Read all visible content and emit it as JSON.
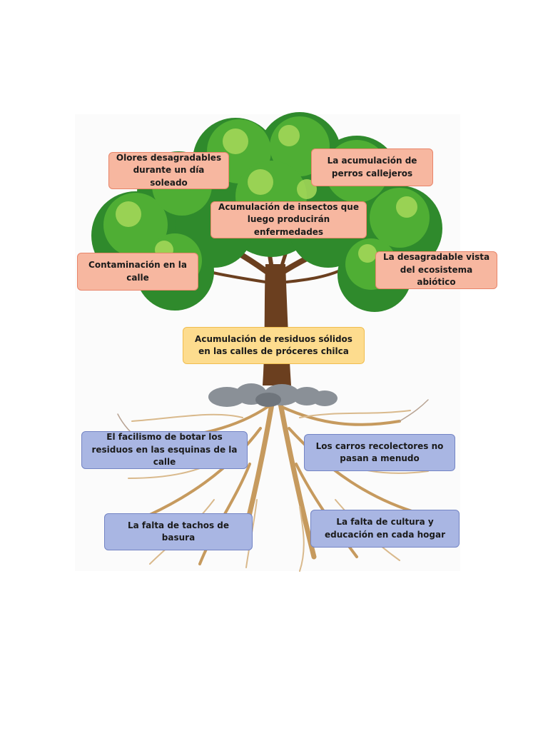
{
  "tree": {
    "effects": [
      "Olores desagradables durante un día soleado",
      "La acumulación de perros callejeros",
      "Acumulación de insectos que luego producirán enfermedades",
      "Contaminación en la calle",
      "La desagradable vista del ecosistema abiótico"
    ],
    "problem": "Acumulación de residuos sólidos en las calles de próceres chilca",
    "causes": [
      "El facilismo de botar los residuos en las esquinas de la calle",
      "Los carros recolectores no pasan a menudo",
      "La falta de tachos de basura",
      "La falta de cultura y educación en cada hogar"
    ]
  },
  "colors": {
    "effect_box": "#f7b7a0",
    "problem_box": "#fddc8e",
    "cause_box": "#a9b6e3",
    "foliage_dark": "#2f8a2c",
    "foliage_mid": "#4fae34",
    "foliage_light": "#a6d95a",
    "trunk": "#6b3f1f",
    "roots": "#c69a5e",
    "stones": "#8a9097"
  }
}
